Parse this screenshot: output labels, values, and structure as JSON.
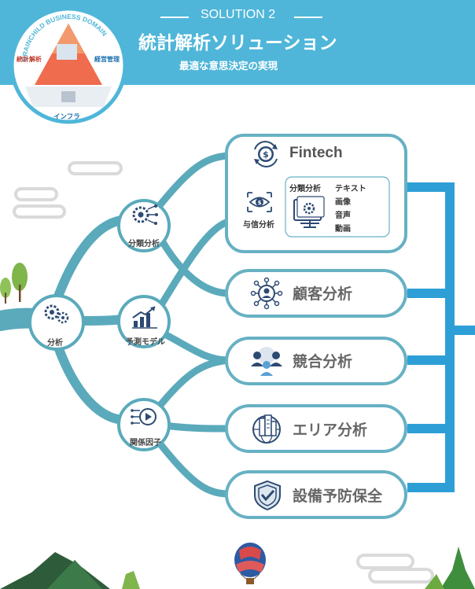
{
  "header": {
    "section": "SOLUTION 2",
    "title": "統計解析ソリューション",
    "subtitle": "最適な意思決定の実現"
  },
  "badge": {
    "arc_text": "BRAINCHILD BUSINESS DOMAIN",
    "left_label": "統計解析",
    "right_label": "経営管理",
    "bottom_label": "インフラ"
  },
  "nodes": {
    "root": "分析",
    "classification": "分類分析",
    "prediction": "予測モデル",
    "factors": "関係因子"
  },
  "fintech": {
    "title": "Fintech",
    "credit_label": "与信分析",
    "inner_title": "分類分析",
    "items": [
      "テキスト",
      "画像",
      "音声",
      "動画"
    ]
  },
  "cards": [
    {
      "label": "顧客分析",
      "icon": "customer-network-icon"
    },
    {
      "label": "競合分析",
      "icon": "competitors-icon"
    },
    {
      "label": "エリア分析",
      "icon": "area-globe-icon"
    },
    {
      "label": "設備予防保全",
      "icon": "shield-check-icon"
    }
  ],
  "colors": {
    "banner": "#4fb6d9",
    "branch": "#5aaabb",
    "card_border": "#67b1c3",
    "right_bar": "#2e9fd6",
    "icon": "#2d4a73"
  }
}
